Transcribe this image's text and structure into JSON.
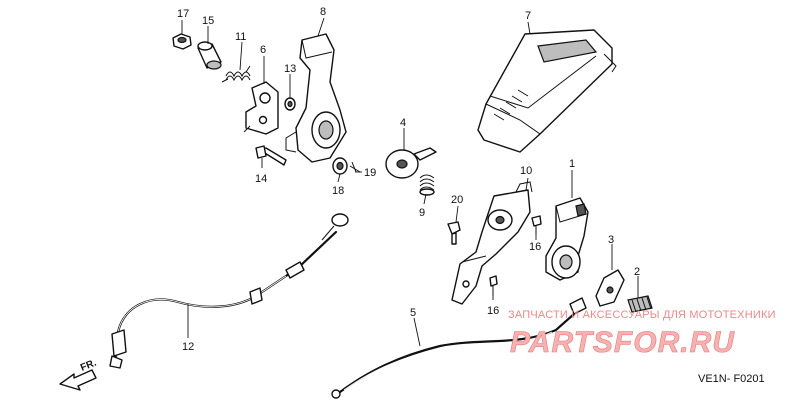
{
  "callouts": [
    {
      "id": "17",
      "label": "17"
    },
    {
      "id": "15",
      "label": "15"
    },
    {
      "id": "11",
      "label": "11"
    },
    {
      "id": "6",
      "label": "6"
    },
    {
      "id": "8",
      "label": "8"
    },
    {
      "id": "7",
      "label": "7"
    },
    {
      "id": "13",
      "label": "13"
    },
    {
      "id": "4",
      "label": "4"
    },
    {
      "id": "14",
      "label": "14"
    },
    {
      "id": "18",
      "label": "18"
    },
    {
      "id": "19",
      "label": "19"
    },
    {
      "id": "9",
      "label": "9"
    },
    {
      "id": "10",
      "label": "10"
    },
    {
      "id": "1",
      "label": "1"
    },
    {
      "id": "20",
      "label": "20"
    },
    {
      "id": "16a",
      "label": "16"
    },
    {
      "id": "3",
      "label": "3"
    },
    {
      "id": "2",
      "label": "2"
    },
    {
      "id": "16b",
      "label": "16"
    },
    {
      "id": "5",
      "label": "5"
    },
    {
      "id": "12",
      "label": "12"
    }
  ],
  "direction_label": "FR.",
  "diagram_code": "VE1N- F0201",
  "watermark": {
    "caption": "ЗАПЧАСТИ И АКСЕССУАРЫ ДЛЯ МОТОТЕХНИКИ",
    "logo": "PARTSFOR.RU",
    "color": "#e98a8a"
  }
}
